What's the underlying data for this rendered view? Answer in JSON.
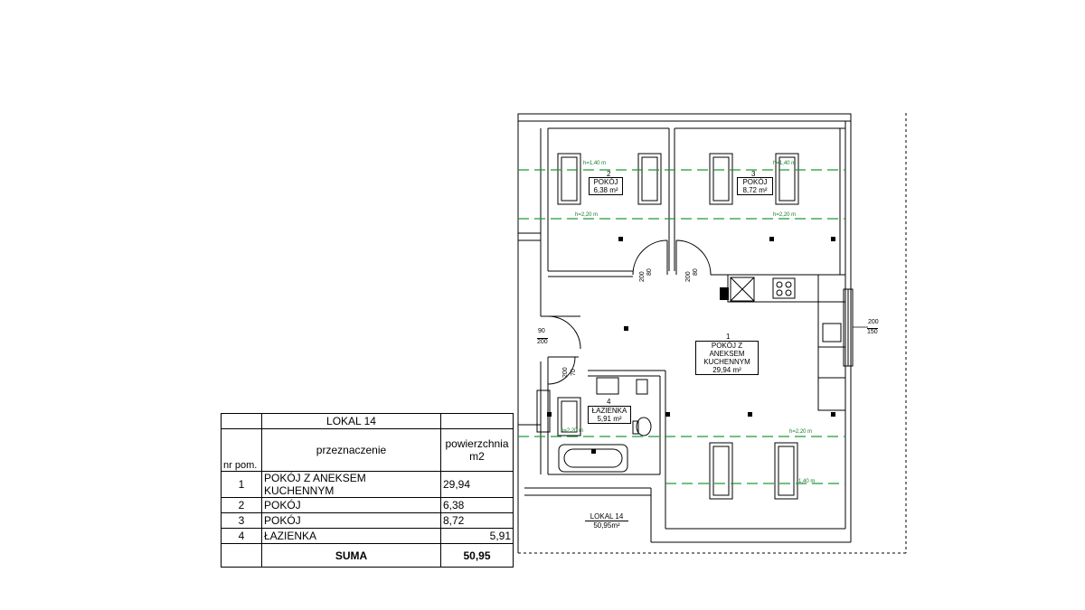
{
  "table": {
    "title": "LOKAL 14",
    "col_nr": "nr pom.",
    "col_purpose": "przeznaczenie",
    "col_area": "powierzchnia m2",
    "rows": [
      {
        "nr": "1",
        "name": "POKÓJ Z ANEKSEM KUCHENNYM",
        "area": "29,94"
      },
      {
        "nr": "2",
        "name": "POKÓJ",
        "area": "6,38"
      },
      {
        "nr": "3",
        "name": "POKÓJ",
        "area": "8,72"
      },
      {
        "nr": "4",
        "name": "ŁAZIENKA",
        "area": "5,91"
      }
    ],
    "sum_label": "SUMA",
    "sum_value": "50,95"
  },
  "plan": {
    "room1": {
      "no": "1",
      "line1": "POKÓJ Z",
      "line2": "ANEKSEM",
      "line3": "KUCHENNYM",
      "area": "29,94 m²"
    },
    "room2": {
      "no": "2",
      "name": "POKÓJ",
      "area": "6,38 m²"
    },
    "room3": {
      "no": "3",
      "name": "POKÓJ",
      "area": "8,72 m²"
    },
    "room4": {
      "no": "4",
      "name": "ŁAZIENKA",
      "area": "5,91 m²"
    },
    "unit": {
      "name": "LOKAL 14",
      "area": "50,95m²"
    },
    "heights": {
      "h140": "h=1,40 m",
      "h220": "h=2,20 m",
      "h140b": "1,40 m",
      "h220b": "h=2,20 m"
    },
    "dims": {
      "door2_w": "80",
      "door2_h": "200",
      "door3_w": "80",
      "door3_h": "200",
      "entry_w": "90",
      "entry_h": "200",
      "bath_w": "70",
      "bath_h": "200",
      "win_w": "200",
      "win_h": "150"
    }
  },
  "colors": {
    "lines": "#000000",
    "height_lines": "#1a9a3a"
  }
}
